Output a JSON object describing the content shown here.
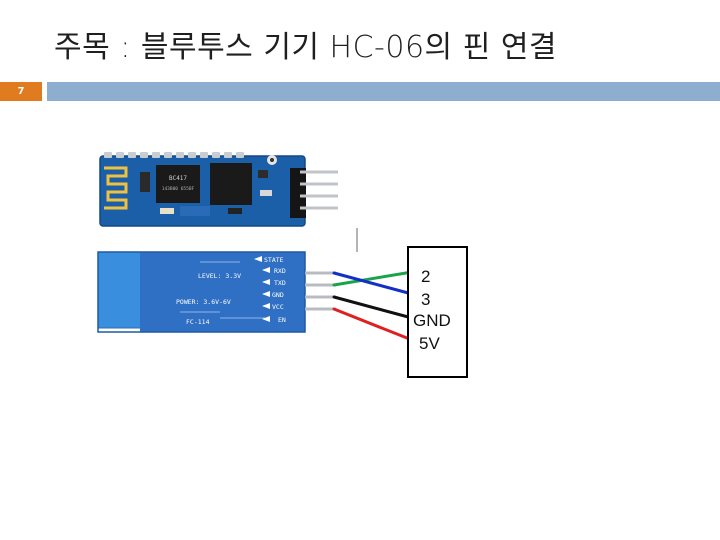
{
  "slide": {
    "title": "주목 : 블루투스 기기 HC-06의 핀 연결",
    "page_number": "7"
  },
  "module_back_labels": {
    "pins": [
      "STATE",
      "RXD",
      "TXD",
      "GND",
      "VCC",
      "EN"
    ],
    "level": "LEVEL: 3.3V",
    "power": "POWER: 3.6V-6V",
    "model": "FC-114"
  },
  "module_front_labels": {
    "chip1": "BC417",
    "chip1_sub": "143B00 655BF"
  },
  "pin_box": {
    "labels": [
      "2",
      "3",
      "GND",
      "5V"
    ]
  },
  "wire_colors": {
    "green": "#1aa44a",
    "blue": "#1030c8",
    "black": "#111111",
    "red": "#e02020",
    "accent_orange": "#e07b1f",
    "header_blue": "#8eaed0"
  }
}
